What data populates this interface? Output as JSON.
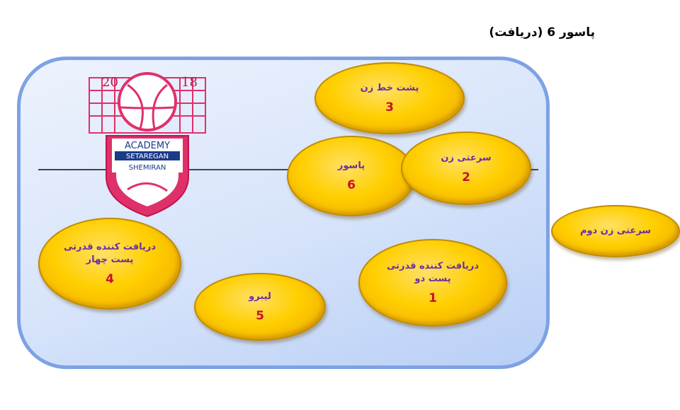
{
  "title": "پاسور 6 (دریافت)",
  "logo": {
    "year_left": "20",
    "year_right": "18",
    "line1": "ACADEMY",
    "line2": "SETAREGAN",
    "line3": "SHEMIRAN"
  },
  "players": {
    "p3": {
      "role": "پشت خط زن",
      "number": "3"
    },
    "p6": {
      "role": "پاسور",
      "number": "6"
    },
    "p2": {
      "role": "سرعتی زن",
      "number": "2"
    },
    "p4": {
      "role": "دریافت کننده قدرتی\nپست چهار",
      "number": "4"
    },
    "p5": {
      "role": "لیبرو",
      "number": "5"
    },
    "p1": {
      "role": "دریافت کننده قدرتی\nپست دو",
      "number": "1"
    },
    "sub": {
      "role": "سرعتی زن دوم"
    }
  }
}
